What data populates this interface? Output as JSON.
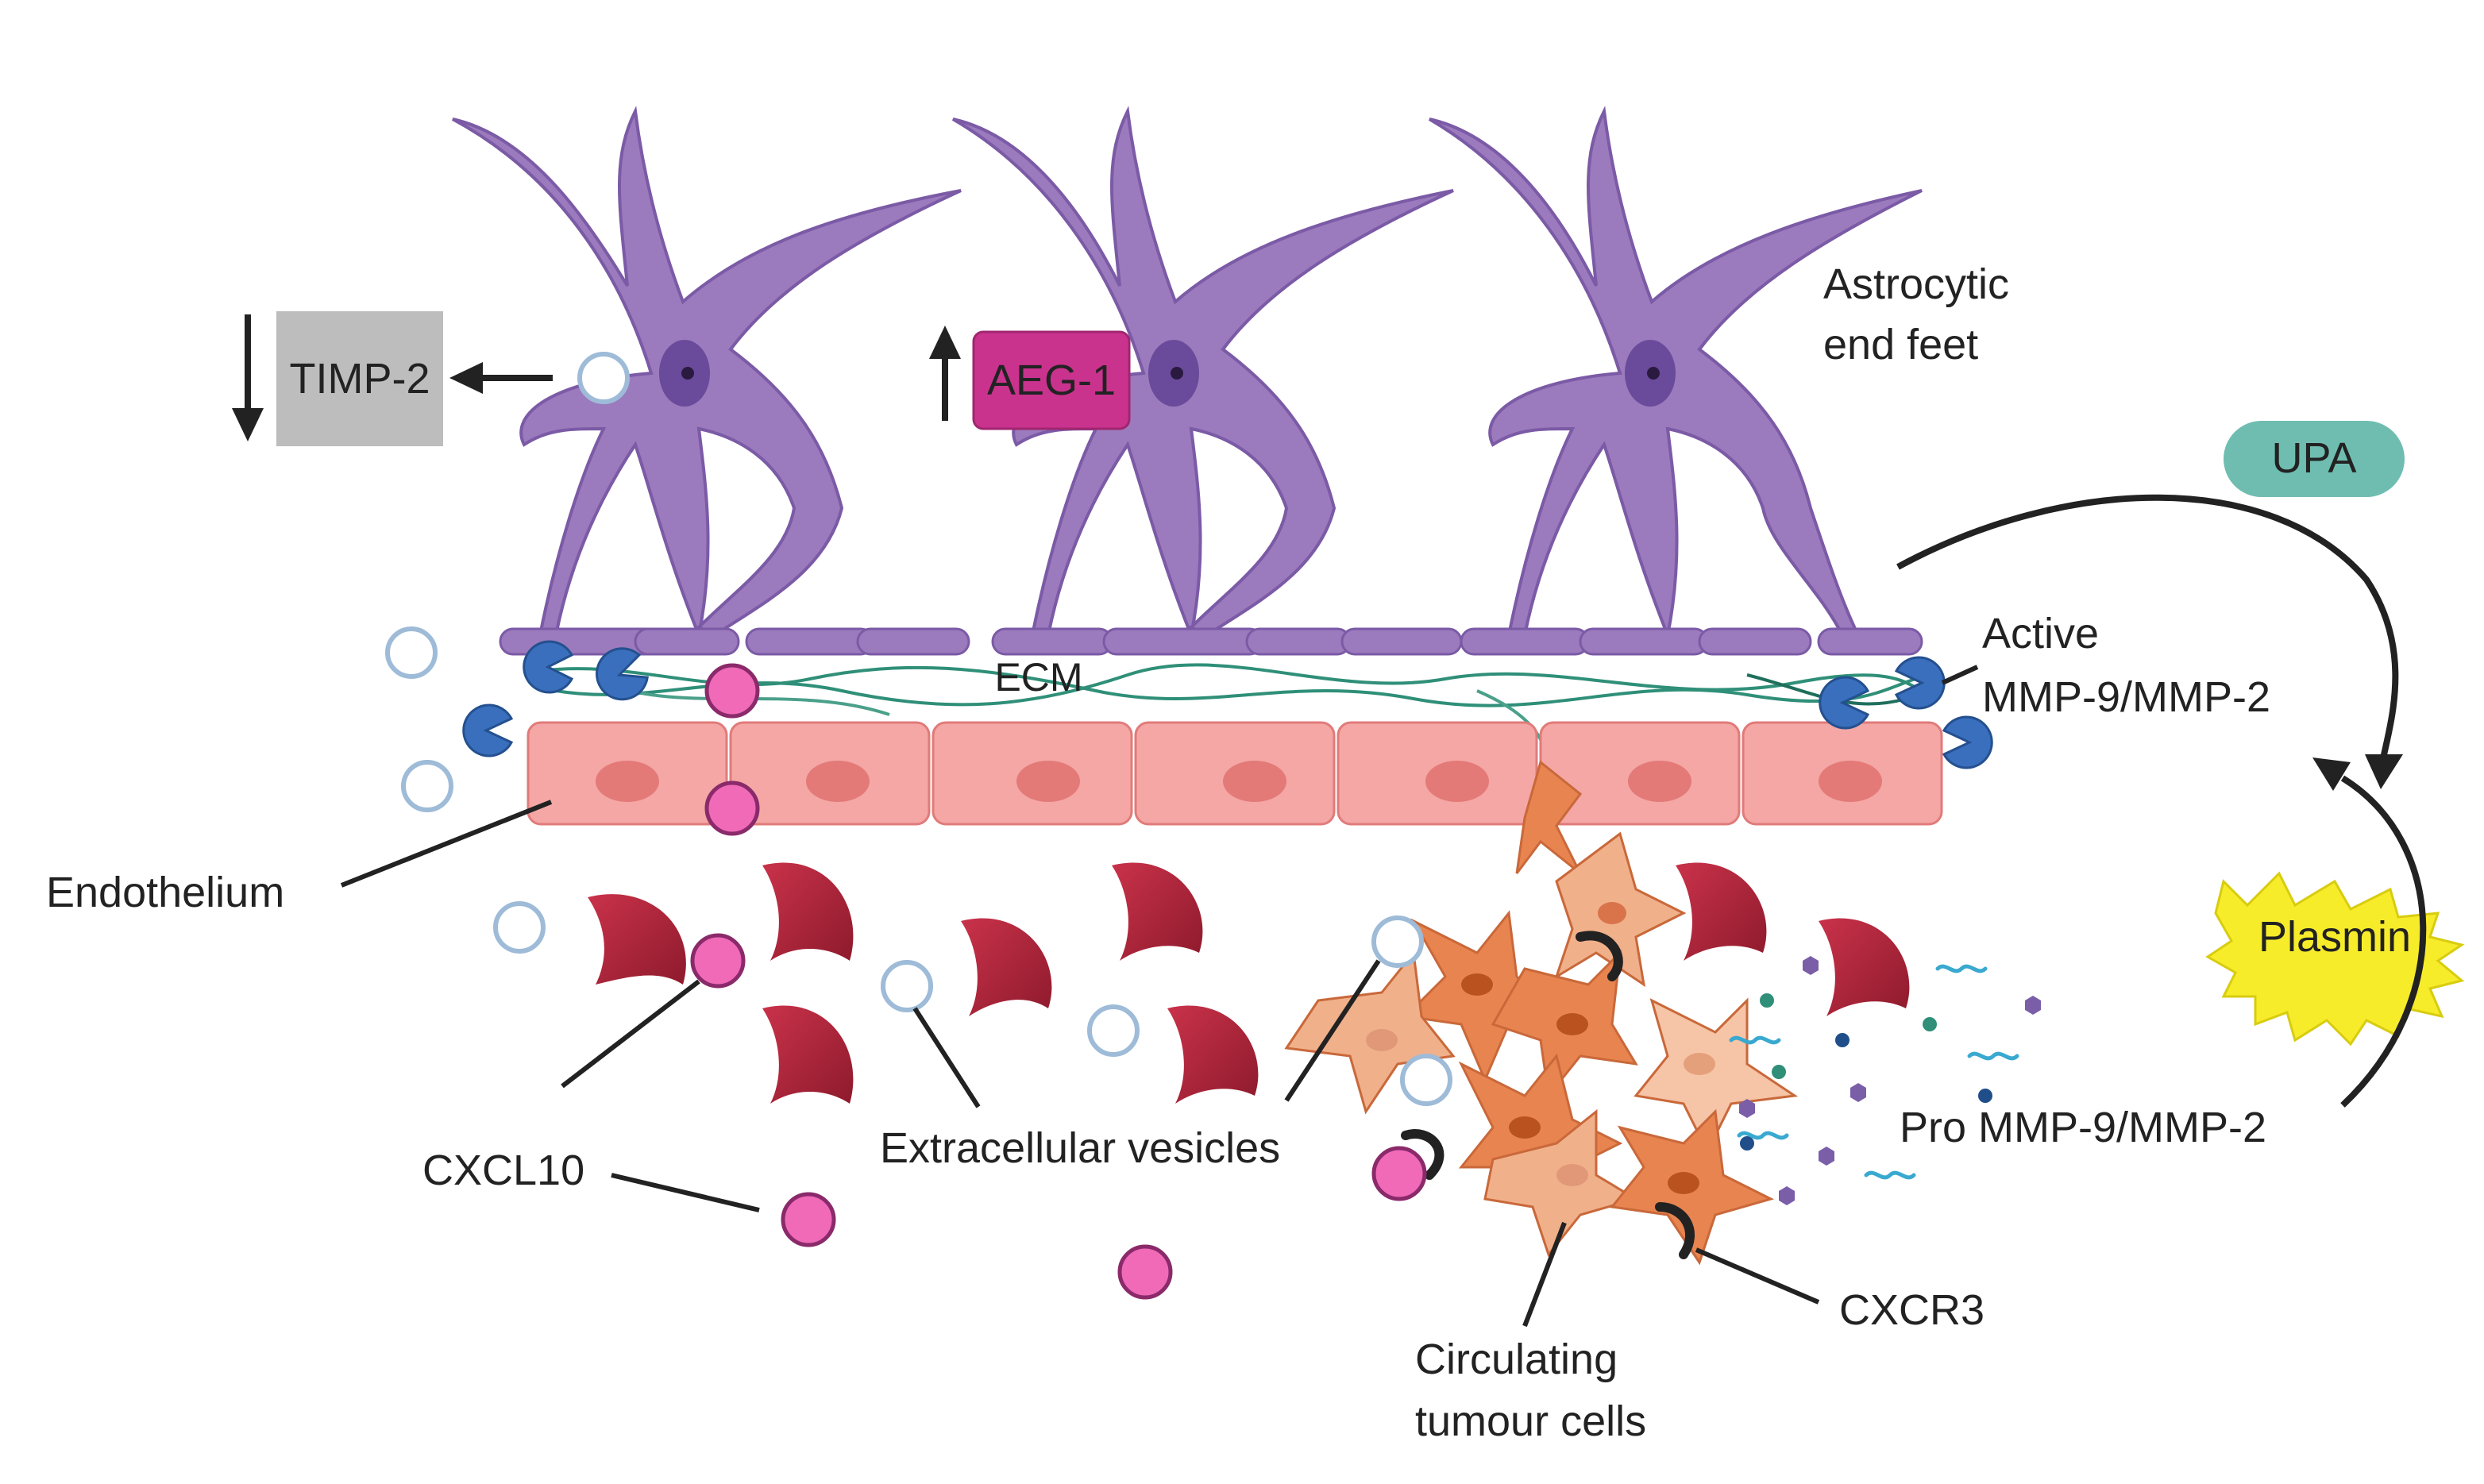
{
  "labels": {
    "astrocytic": "Astrocytic",
    "end_feet": "end feet",
    "timp2": "TIMP-2",
    "aeg1": "AEG-1",
    "upa": "UPA",
    "active": "Active",
    "active_mmp": "MMP-9/MMP-2",
    "ecm": "ECM",
    "endothelium": "Endothelium",
    "plasmin": "Plasmin",
    "pro_mmp": "Pro MMP-9/MMP-2",
    "cxcl10": "CXCL10",
    "extracellular_vesicles": "Extracellular vesicles",
    "cxcr3": "CXCR3",
    "circulating": "Circulating",
    "tumour_cells": "tumour cells"
  },
  "colors": {
    "astrocyte": "#9b7bbd",
    "astrocyte_nucleus": "#6a4a9a",
    "endothelium": "#f4a7a5",
    "endothelium_nucleus": "#e37a78",
    "red_blood_cell": "#b0233a",
    "cxcl10": "#f06ab8",
    "vesicle": "#b8cfe6",
    "mmp_active": "#3a6fbd",
    "tumour": "#e8844f",
    "ecm_fibre": "#2f8f78",
    "timp2_box": "#bdbdbd",
    "aeg1_box": "#c9338e",
    "upa_pill": "#6fbdb1",
    "plasmin_star": "#f7ec2a"
  }
}
